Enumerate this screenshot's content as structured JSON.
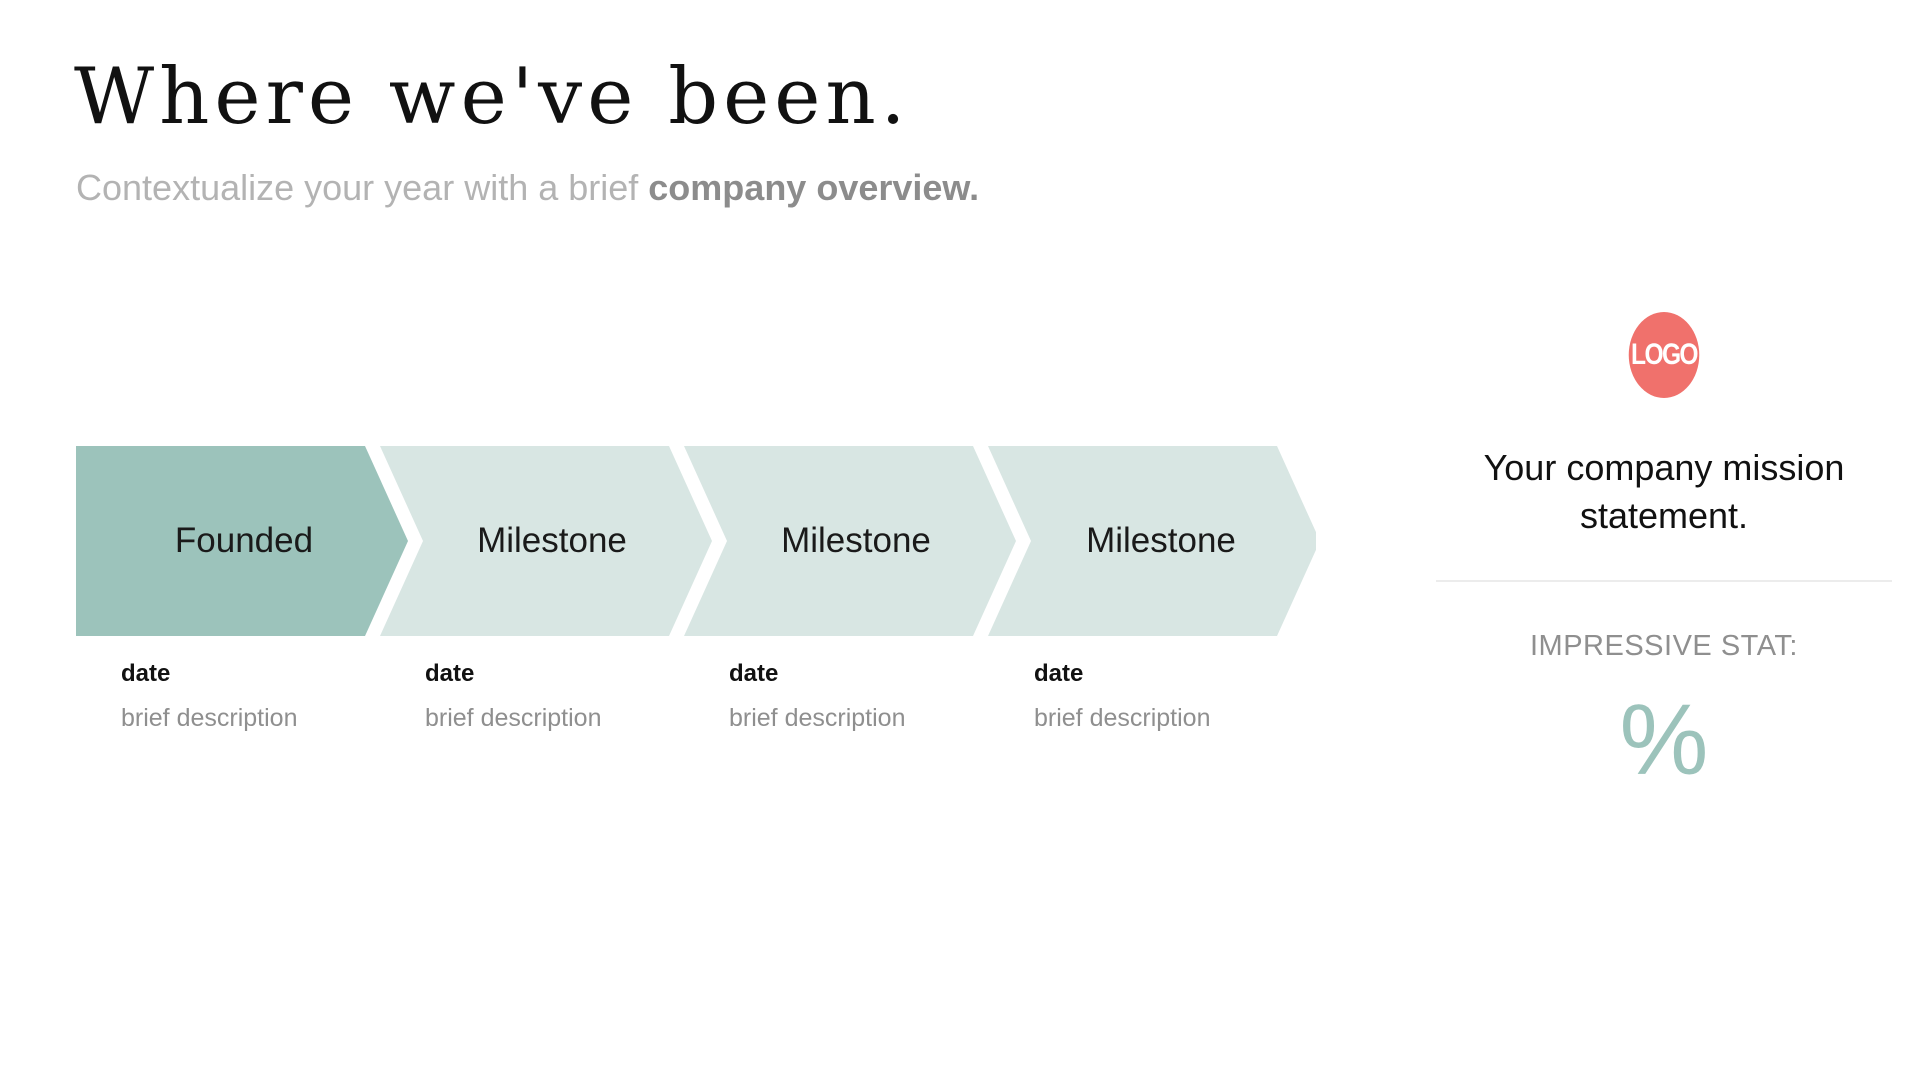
{
  "header": {
    "title": "Where we've been.",
    "subtitle_plain": "Contextualize your year with a brief ",
    "subtitle_bold": "company overview."
  },
  "timeline": {
    "steps": [
      {
        "label": "Founded",
        "date": "date",
        "description": "brief description",
        "active": true
      },
      {
        "label": "Milestone",
        "date": "date",
        "description": "brief description",
        "active": false
      },
      {
        "label": "Milestone",
        "date": "date",
        "description": "brief description",
        "active": false
      },
      {
        "label": "Milestone",
        "date": "date",
        "description": "brief description",
        "active": false
      }
    ],
    "colors": {
      "active": "#9cc3bb",
      "inactive": "#d8e6e3"
    }
  },
  "side": {
    "logo_text": "LOGO",
    "logo_color": "#f0716c",
    "mission": "Your company mission statement.",
    "stat_label": "IMPRESSIVE STAT:",
    "stat_value": "%",
    "stat_color": "#9cc3bb"
  }
}
